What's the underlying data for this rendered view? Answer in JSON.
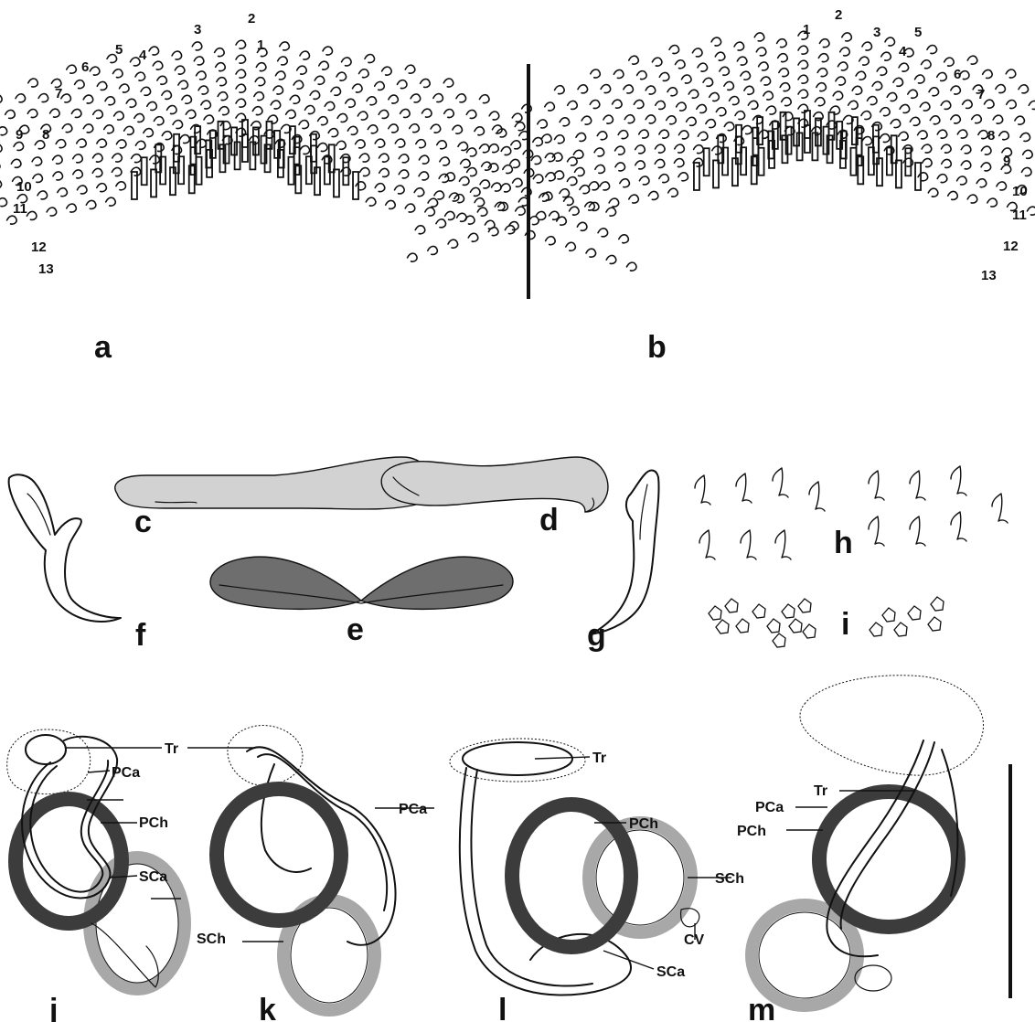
{
  "panels": {
    "a": "a",
    "b": "b",
    "c": "c",
    "d": "d",
    "e": "e",
    "f": "f",
    "g": "g",
    "h": "h",
    "i": "i",
    "j": "j",
    "k": "k",
    "l": "l",
    "m": "m"
  },
  "radula_a_rows": [
    "1",
    "2",
    "3",
    "4",
    "5",
    "6",
    "7",
    "8",
    "9",
    "10",
    "11",
    "12",
    "13"
  ],
  "radula_b_rows": [
    "1",
    "2",
    "3",
    "4",
    "5",
    "6",
    "7",
    "8",
    "9",
    "10",
    "11",
    "12",
    "13"
  ],
  "callouts": {
    "tr": "Tr",
    "pca": "PCa",
    "pch": "PCh",
    "sca": "SCa",
    "sch": "SCh",
    "cv": "CV"
  },
  "colors": {
    "ink": "#111111",
    "light_gray": "#d2d2d2",
    "mid_gray": "#a9a9a9",
    "dark_gray": "#6e6e6e",
    "ring_dark": "#3c3c3c",
    "ring_light": "#a8a8a8"
  }
}
